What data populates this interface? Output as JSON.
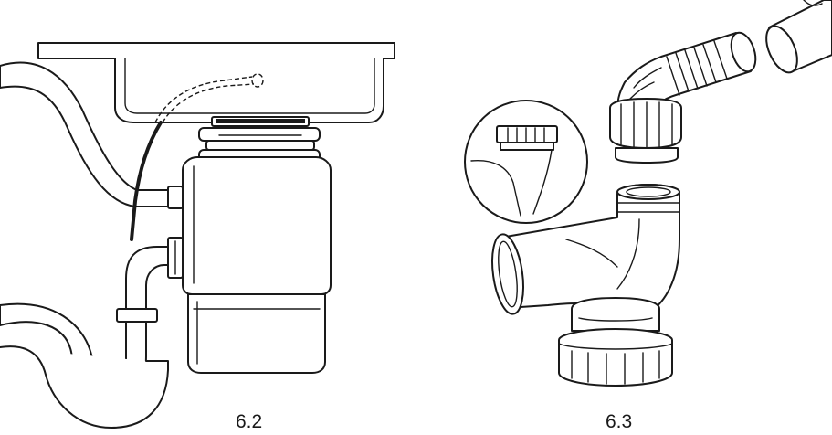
{
  "figures": [
    {
      "id": "fig-left",
      "caption": "6.2"
    },
    {
      "id": "fig-right",
      "caption": "6.3"
    }
  ],
  "colors": {
    "line": "#1a1a1a",
    "background": "#ffffff"
  }
}
